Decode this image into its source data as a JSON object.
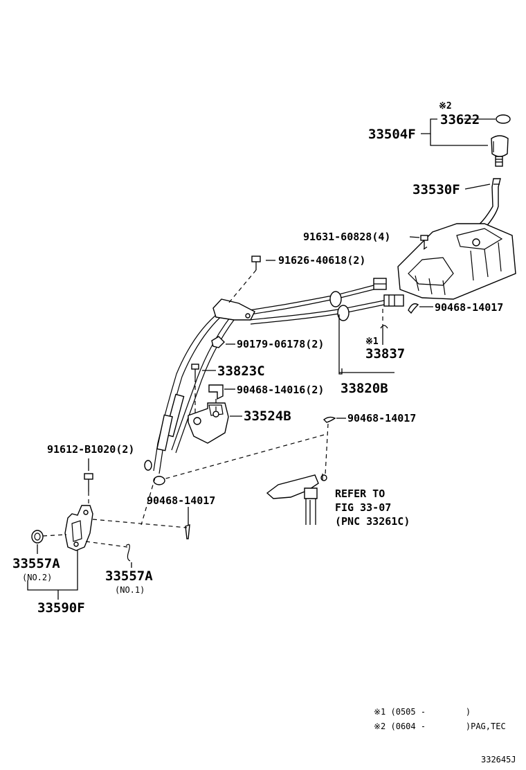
{
  "labels": {
    "mark2_top": "※2",
    "p33622": "33622",
    "p33504F": "33504F",
    "p33530F": "33530F",
    "p91631": "91631-60828(4)",
    "p91626": "91626-40618(2)",
    "p90468_14017_a": "90468-14017",
    "p90179": "90179-06178(2)",
    "mark1_mid": "※1",
    "p33837": "33837",
    "p33823C": "33823C",
    "p90468_14016": "90468-14016(2)",
    "p33820B": "33820B",
    "p33524B": "33524B",
    "p90468_14017_b": "90468-14017",
    "p91612": "91612-B1020(2)",
    "p90468_14017_c": "90468-14017",
    "refer1": "REFER TO",
    "refer2": "FIG 33-07",
    "refer3": "(PNC 33261C)",
    "p33557A_no2": "33557A",
    "no2": "(NO.2)",
    "p33557A_no1": "33557A",
    "no1": "(NO.1)",
    "p33590F": "33590F",
    "foot1": "※1 (0505 -        )",
    "foot2": "※2 (0604 -        )PAG,TEC",
    "diagram_id": "332645J"
  }
}
